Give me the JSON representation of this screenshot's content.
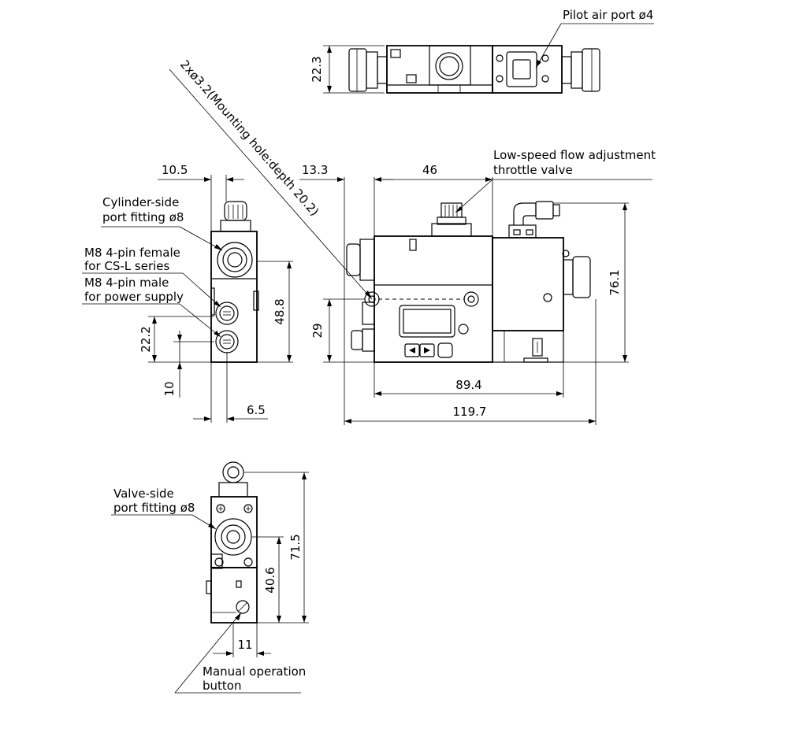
{
  "callouts": {
    "pilot_air_port": "Pilot air port ø4",
    "mounting_hole": "2xø3.2(Mounting hole:depth 20.2)",
    "low_speed_line1": "Low-speed flow adjustment",
    "low_speed_line2": "throttle valve",
    "cylinder_side_line1": "Cylinder-side",
    "cylinder_side_line2": "port fitting ø8",
    "m8_female_line1": "M8 4-pin female",
    "m8_female_line2": "for CS-L series",
    "m8_male_line1": "M8 4-pin male",
    "m8_male_line2": "for power supply",
    "valve_side_line1": "Valve-side",
    "valve_side_line2": "port fitting ø8",
    "manual_op_line1": "Manual operation",
    "manual_op_line2": "button"
  },
  "dimensions": {
    "top_height": "22.3",
    "side_top_width": "10.5",
    "front_offset": "13.3",
    "front_top_width": "46",
    "front_height": "76.1",
    "side_height": "48.8",
    "front_hole_height": "29",
    "side_connector_height": "22.2",
    "side_connector_offset": "10",
    "side_bottom_width": "6.5",
    "front_body_width": "89.4",
    "front_total_width": "119.7",
    "bottom_height": "71.5",
    "bottom_port_height": "40.6",
    "bottom_button_width": "11"
  }
}
